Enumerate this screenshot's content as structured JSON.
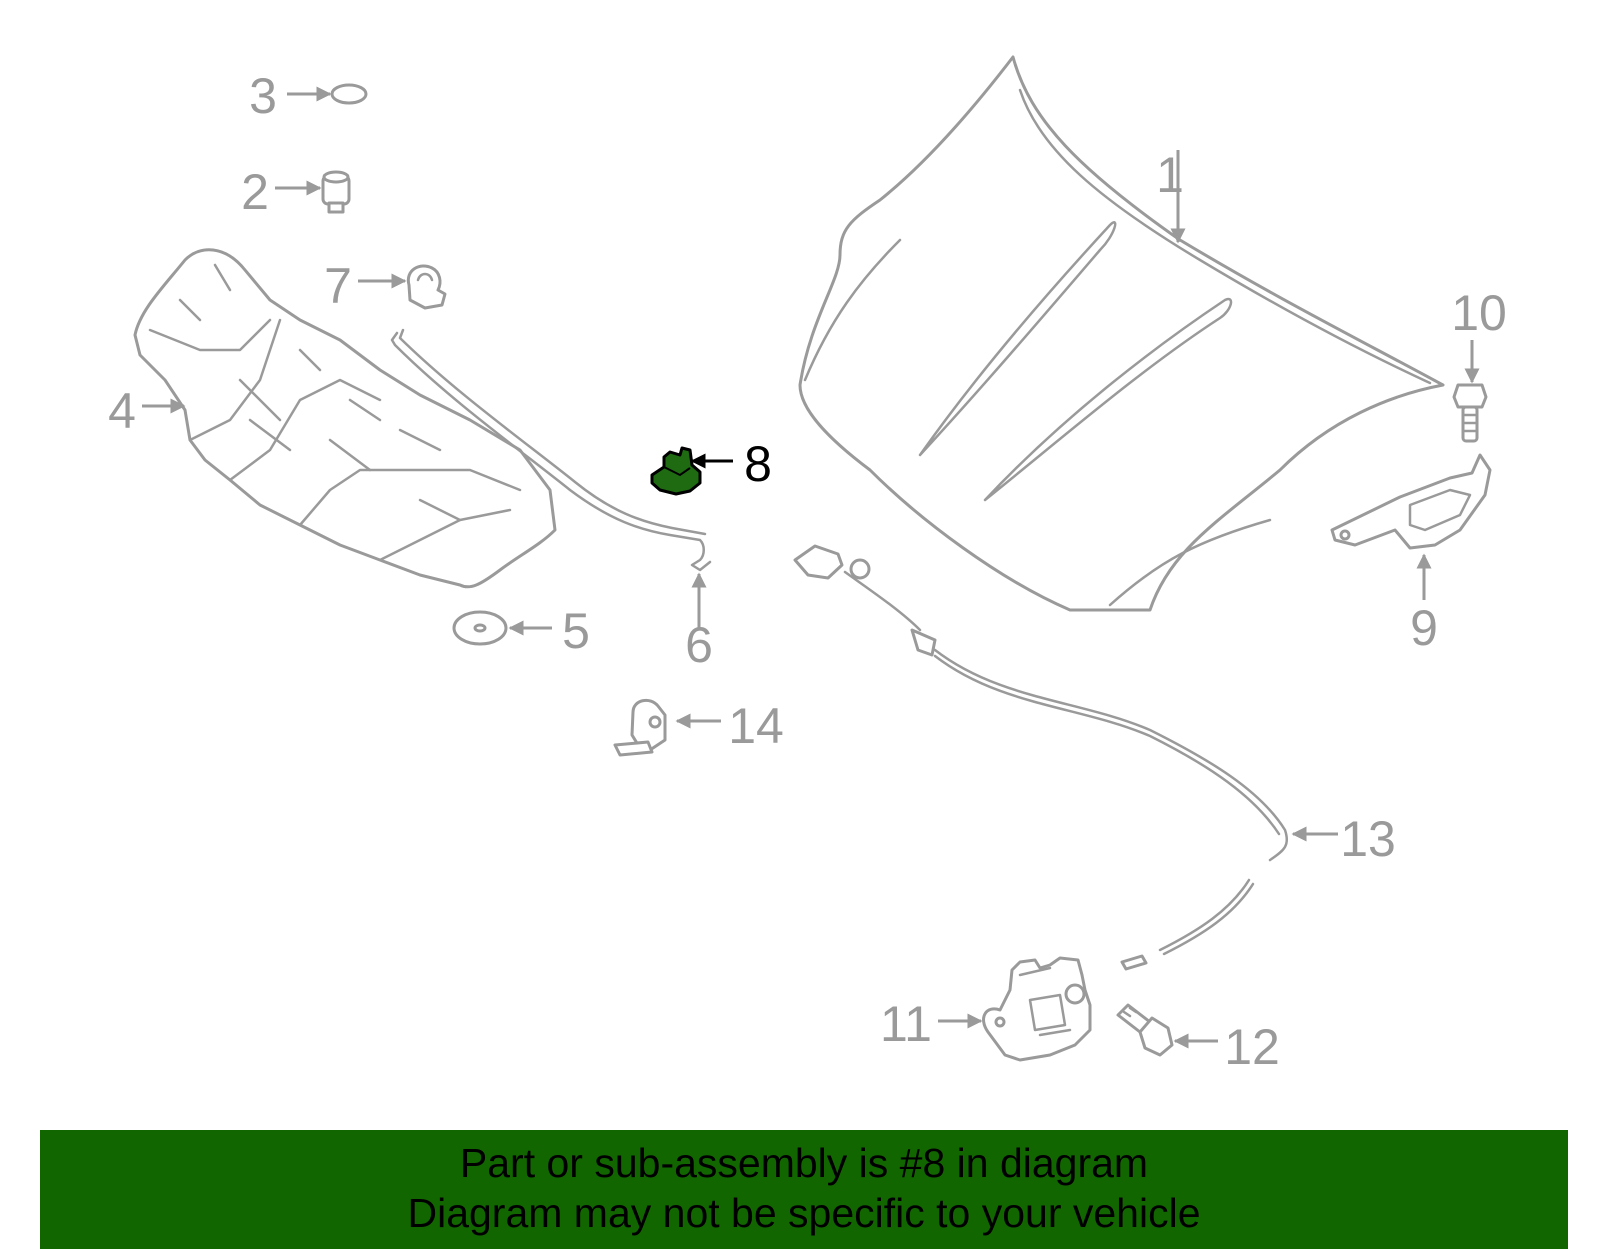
{
  "colors": {
    "part_stroke": "#9a9a9a",
    "highlight_fill": "#1e6b12",
    "banner_bg": "#126600"
  },
  "labels": {
    "l1": "1",
    "l2": "2",
    "l3": "3",
    "l4": "4",
    "l5": "5",
    "l6": "6",
    "l7": "7",
    "l8": "8",
    "l9": "9",
    "l10": "10",
    "l11": "11",
    "l12": "12",
    "l13": "13",
    "l14": "14"
  },
  "highlighted_part": "8",
  "banner": {
    "line1": "Part or sub-assembly is #8 in diagram",
    "line2": "Diagram may not be specific to your vehicle"
  }
}
